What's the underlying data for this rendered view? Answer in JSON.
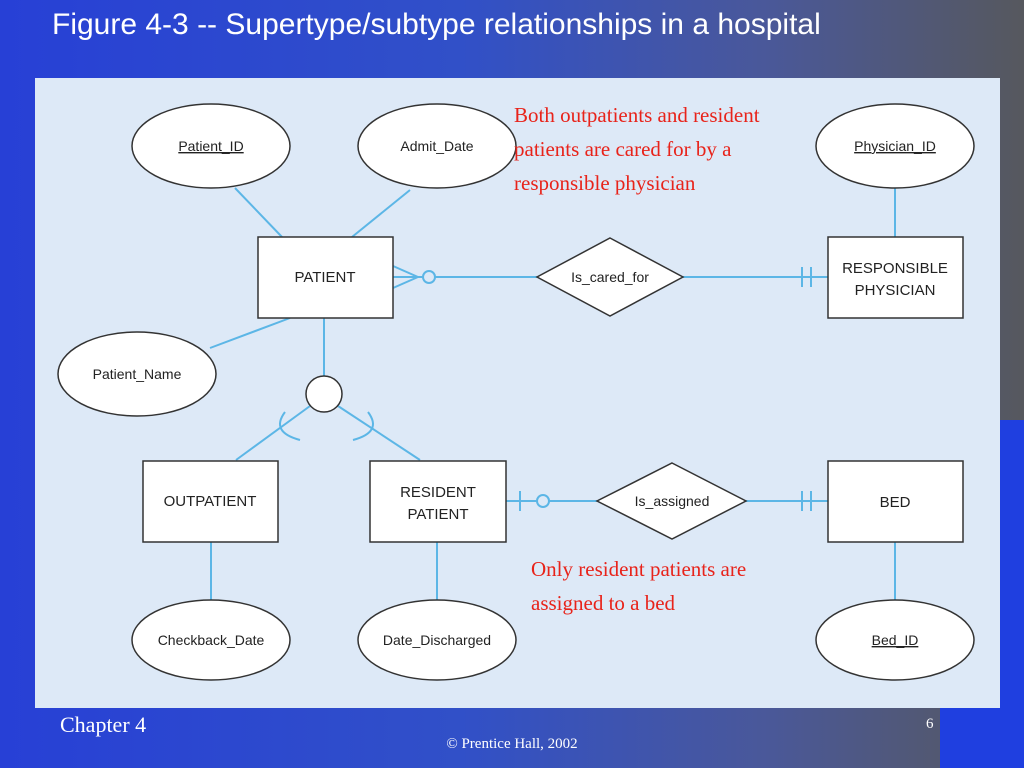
{
  "slide": {
    "title": "Figure 4-3 -- Supertype/subtype relationships in a hospital",
    "chapter": "Chapter 4",
    "page_number": "6",
    "copyright": "© Prentice Hall, 2002"
  },
  "diagram": {
    "entities": {
      "patient": "PATIENT",
      "responsible_physician": [
        "RESPONSIBLE",
        "PHYSICIAN"
      ],
      "outpatient": "OUTPATIENT",
      "resident_patient": [
        "RESIDENT",
        "PATIENT"
      ],
      "bed": "BED"
    },
    "relationships": {
      "is_cared_for": "Is_cared_for",
      "is_assigned": "Is_assigned"
    },
    "attributes": {
      "patient_id": "Patient_ID",
      "admit_date": "Admit_Date",
      "physician_id": "Physician_ID",
      "patient_name": "Patient_Name",
      "checkback_date": "Checkback_Date",
      "date_discharged": "Date_Discharged",
      "bed_id": "Bed_ID"
    },
    "identifier_attributes": [
      "Patient_ID",
      "Physician_ID",
      "Bed_ID"
    ],
    "notes": {
      "physician_note": [
        "Both outpatients and resident",
        "patients are cared for by a",
        "responsible physician"
      ],
      "bed_note": [
        "Only resident patients are",
        "assigned to a bed"
      ]
    }
  },
  "colors": {
    "background": "#2f4bd0",
    "panel": "#dde9f7",
    "connector": "#5cb6e6",
    "note_text": "#e8231a"
  }
}
